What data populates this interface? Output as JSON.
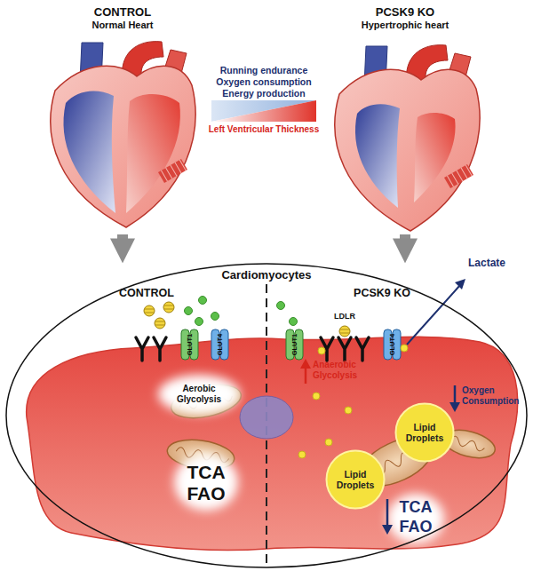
{
  "diagram": {
    "nodes": [
      {
        "text": [
          "CONTROL",
          "Normal Heart"
        ]
      },
      {
        "text": [
          "PCSK9 KO",
          "Hypertrophic heart"
        ]
      },
      {
        "text": [
          "Cardiomyocytes"
        ]
      },
      {
        "text": [
          "Lipid Droplets"
        ],
        "in": 2
      },
      {
        "text": [
          "Lipid Droplets"
        ],
        "in": 2
      }
    ],
    "edges": [
      {
        "from": 0,
        "to": 2,
        "arrow": "to"
      },
      {
        "from": 1,
        "to": 2,
        "arrow": "to"
      }
    ],
    "labels": [
      "Running endurance",
      "Oxygen consumption",
      "Energy production",
      "Left Ventricular Thickness",
      "Lactate",
      "CONTROL",
      "PCSK9 KO",
      "LDLR",
      "GLUT1",
      "GLUT4",
      "GLUT1",
      "GLUT4",
      "Aerobic Glycolysis",
      "Anaerobic Glycolysis",
      "Oxygen Consumption",
      "TCA",
      "FAO",
      "TCA",
      "FAO"
    ]
  }
}
